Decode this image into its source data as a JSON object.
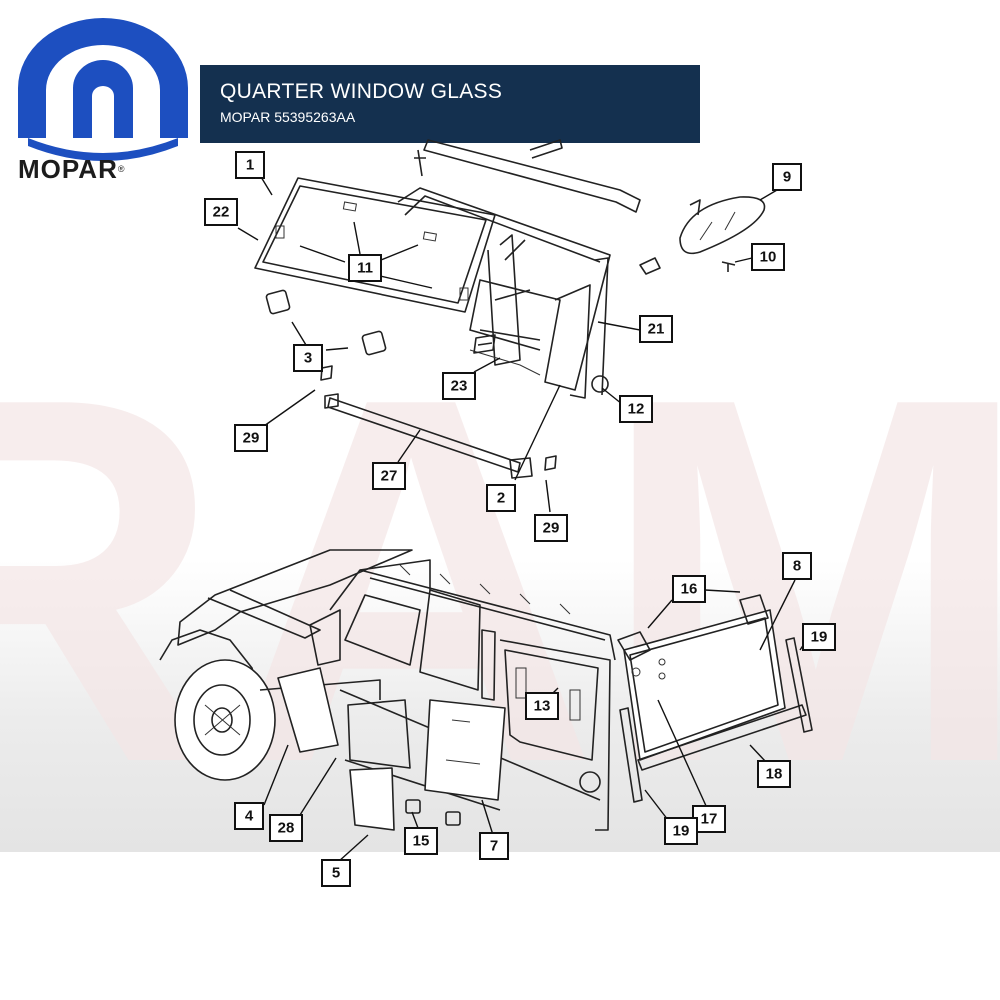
{
  "brand": {
    "name": "MOPAR",
    "mark": "®",
    "logo_color": "#1d4fc0"
  },
  "header": {
    "title": "QUARTER WINDOW GLASS",
    "subtitle": "MOPAR 55395263AA",
    "bg_color": "#14304f"
  },
  "watermark": {
    "text": "RAM"
  },
  "callouts": [
    {
      "label": "1"
    },
    {
      "label": "22"
    },
    {
      "label": "11"
    },
    {
      "label": "9"
    },
    {
      "label": "10"
    },
    {
      "label": "21"
    },
    {
      "label": "3"
    },
    {
      "label": "23"
    },
    {
      "label": "12"
    },
    {
      "label": "29"
    },
    {
      "label": "27"
    },
    {
      "label": "2"
    },
    {
      "label": "29"
    },
    {
      "label": "8"
    },
    {
      "label": "16"
    },
    {
      "label": "19"
    },
    {
      "label": "13"
    },
    {
      "label": "18"
    },
    {
      "label": "4"
    },
    {
      "label": "28"
    },
    {
      "label": "17"
    },
    {
      "label": "19"
    },
    {
      "label": "7"
    },
    {
      "label": "15"
    },
    {
      "label": "5"
    }
  ]
}
